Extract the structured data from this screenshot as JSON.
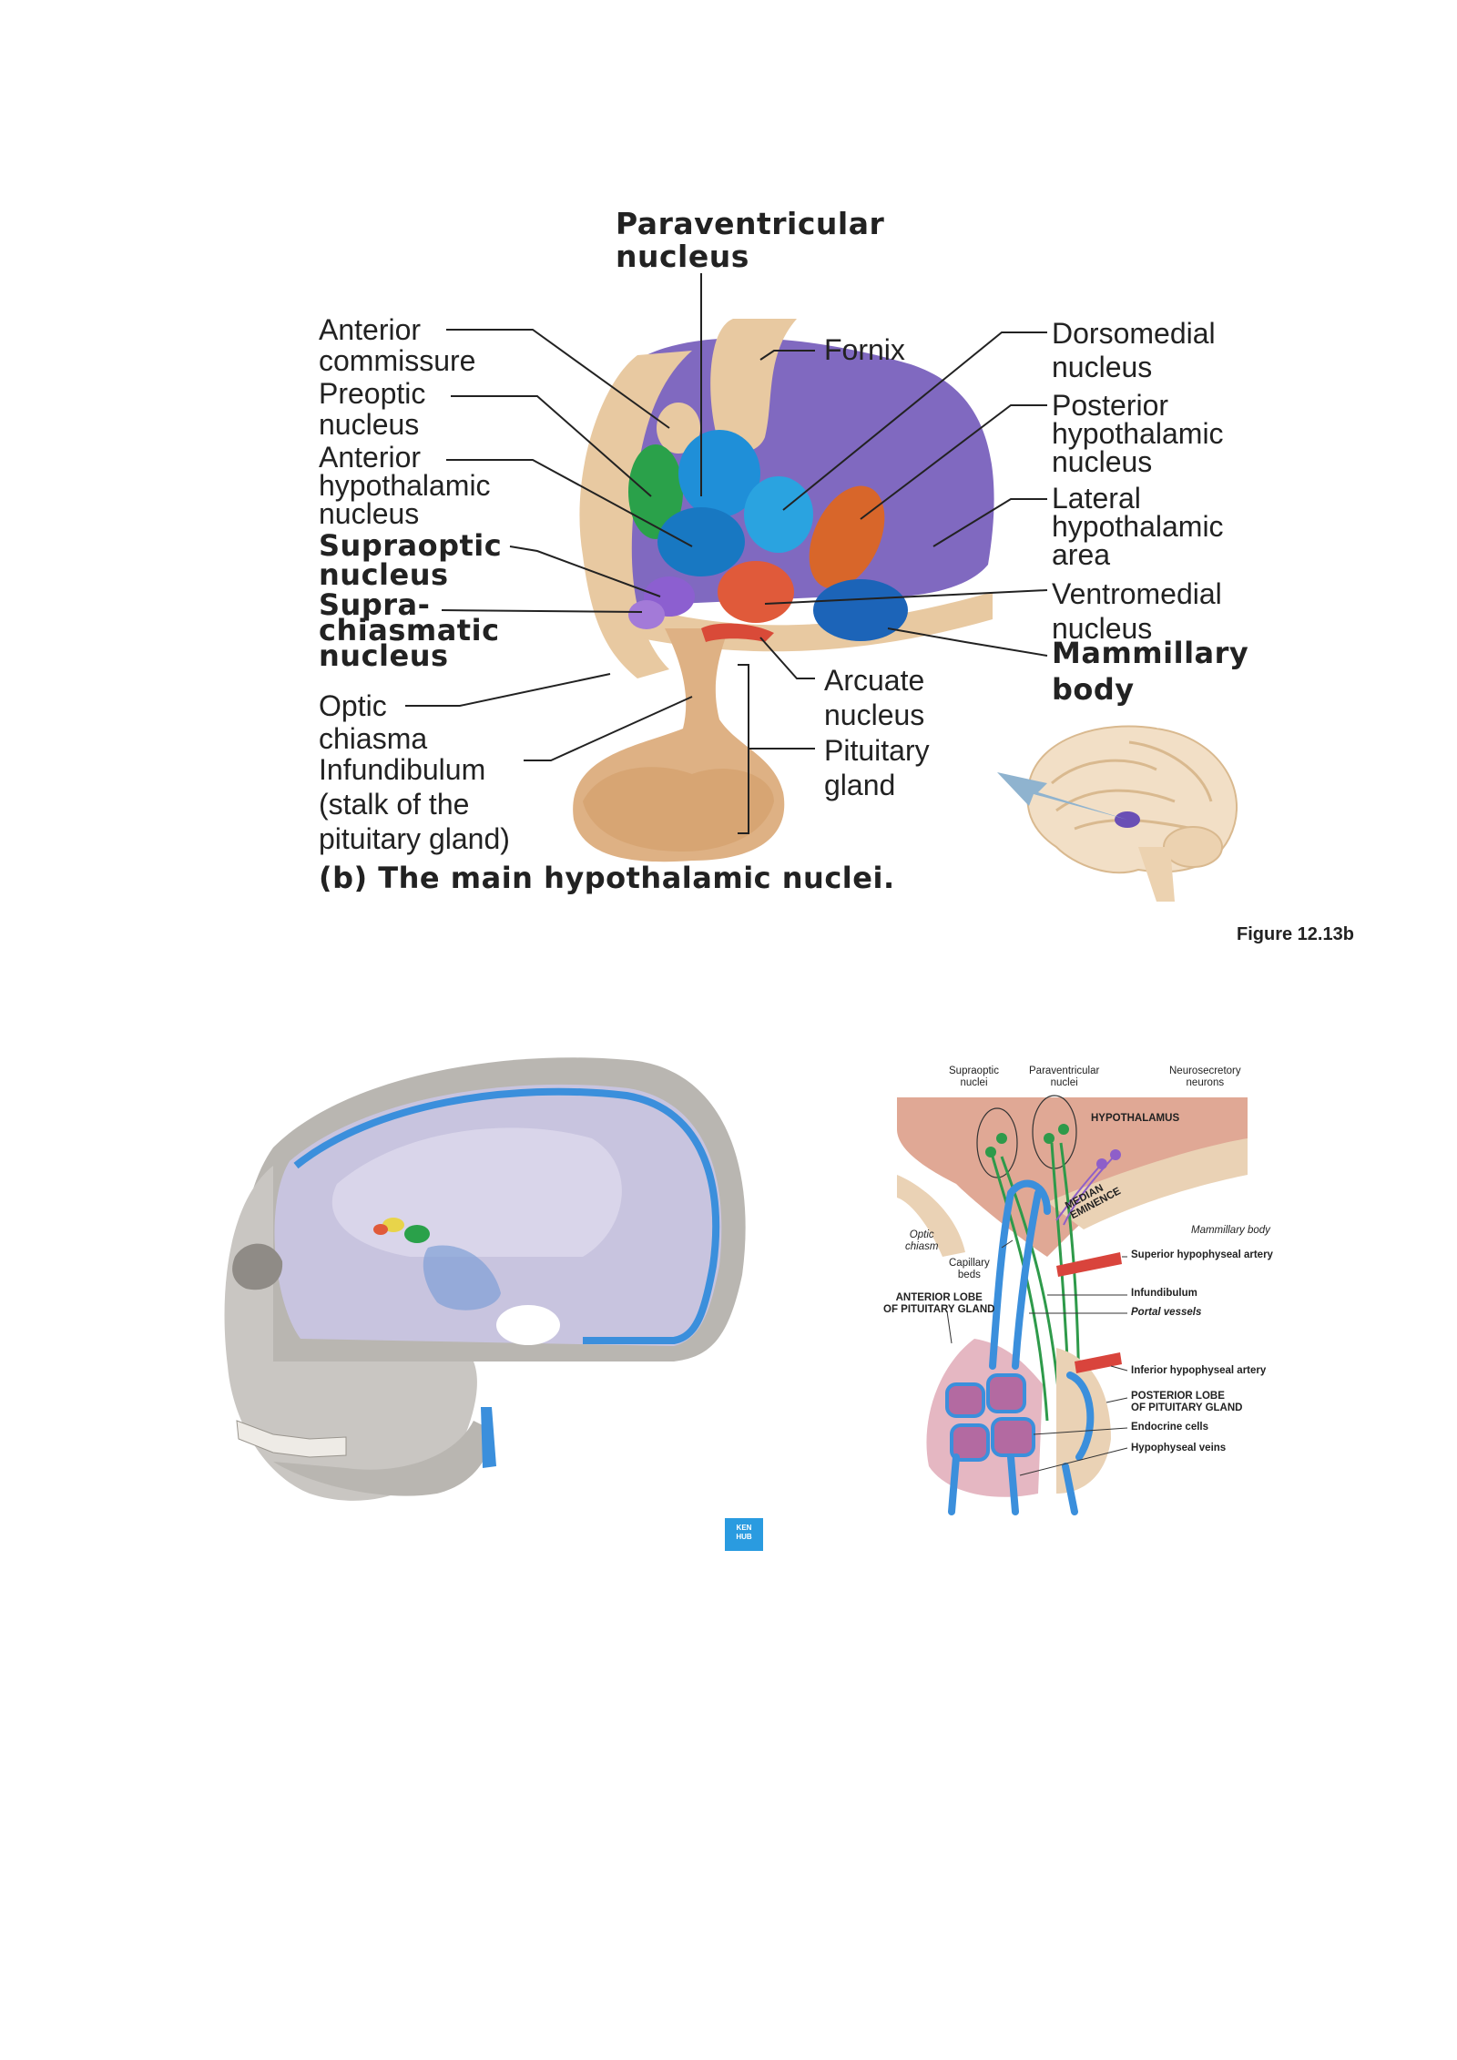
{
  "figure1": {
    "title_paraventricular": [
      "Paraventricular",
      "nucleus"
    ],
    "anterior_commissure": [
      "Anterior",
      "commissure"
    ],
    "preoptic": [
      "Preoptic",
      "nucleus"
    ],
    "anterior_hypothalamic": [
      "Anterior",
      "hypothalamic",
      "nucleus"
    ],
    "supraoptic": [
      "Supraoptic",
      "nucleus"
    ],
    "suprachiasmatic": [
      "Supra-",
      "chiasmatic",
      "nucleus"
    ],
    "optic_chiasma": [
      "Optic",
      "chiasma"
    ],
    "infundibulum": [
      "Infundibulum",
      "(stalk of the",
      "pituitary gland)"
    ],
    "fornix": "Fornix",
    "dorsomedial": [
      "Dorsomedial",
      "nucleus"
    ],
    "posterior_hypothalamic": [
      "Posterior",
      "hypothalamic",
      "nucleus"
    ],
    "lateral_hypothalamic": [
      "Lateral",
      "hypothalamic",
      "area"
    ],
    "ventromedial": [
      "Ventromedial",
      "nucleus"
    ],
    "mammillary": [
      "Mammillary",
      "body"
    ],
    "arcuate": [
      "Arcuate",
      "nucleus"
    ],
    "pituitary": [
      "Pituitary",
      "gland"
    ],
    "caption": "(b) The main hypothalamic nuclei.",
    "figure_number": "Figure 12.13b"
  },
  "figure3": {
    "supraoptic": [
      "Supraoptic",
      "nuclei"
    ],
    "paraventricular": [
      "Paraventricular",
      "nuclei"
    ],
    "neurosecretory": [
      "Neurosecretory",
      "neurons"
    ],
    "hypothalamus": "HYPOTHALAMUS",
    "median_eminence": [
      "MEDIAN",
      "EMINENCE"
    ],
    "mammillary": "Mammillary body",
    "optic": [
      "Optic",
      "chiasm"
    ],
    "capillary": [
      "Capillary",
      "beds"
    ],
    "superior_artery": "Superior hypophyseal artery",
    "anterior_lobe": [
      "ANTERIOR LOBE",
      "OF PITUITARY GLAND"
    ],
    "infundibulum": "Infundibulum",
    "portal": "Portal vessels",
    "inferior_artery": "Inferior hypophyseal artery",
    "posterior_lobe": [
      "POSTERIOR LOBE",
      "OF PITUITARY GLAND"
    ],
    "endocrine": "Endocrine cells",
    "hypophyseal_veins": "Hypophyseal veins"
  },
  "figure2": {
    "logo": [
      "KEN",
      "HUB"
    ]
  },
  "colors": {
    "violet": "#6a4fb5",
    "tan": "#e8c9a1",
    "blue_nucleus": "#1f8fd8",
    "green_nucleus": "#2aa14a",
    "orange_nucleus": "#d8662a",
    "red_nucleus": "#e05a3a",
    "vessel_blue": "#3b8fdc",
    "artery_red": "#d9443c",
    "neuron_green": "#2e9a4a",
    "kenhub": "#2a9be0"
  }
}
